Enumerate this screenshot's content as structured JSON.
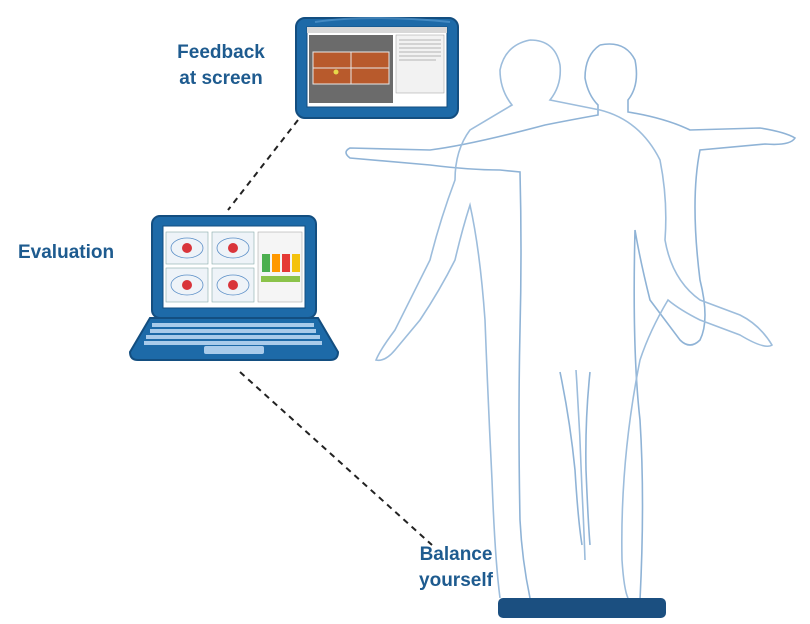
{
  "labels": {
    "feedback": [
      "Feedback",
      "at screen"
    ],
    "evaluation": "Evaluation",
    "balance": [
      "Balance",
      "yourself"
    ]
  },
  "colors": {
    "label": "#1e5b8f",
    "device_frame": "#1d6aa8",
    "device_frame_dark": "#134e80",
    "silhouette": "#8fb3d6",
    "board": "#1b4f80"
  }
}
